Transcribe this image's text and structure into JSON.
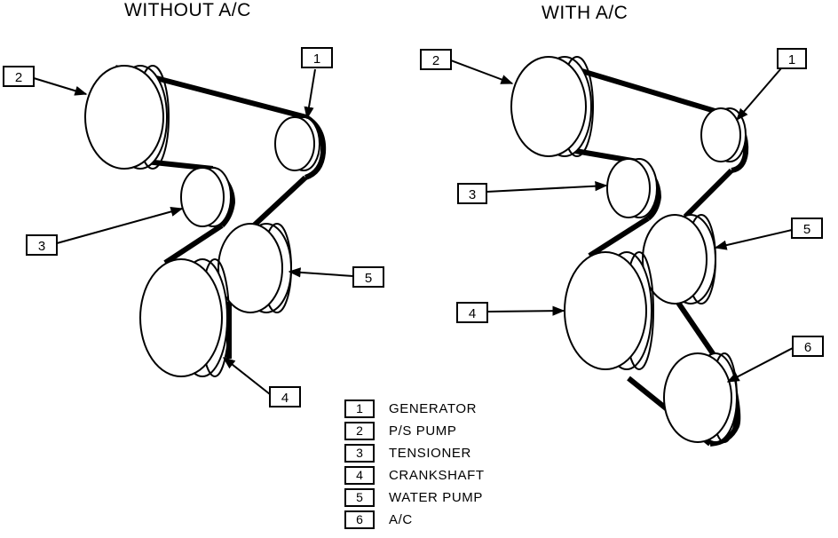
{
  "titles": {
    "left": "WITHOUT A/C",
    "right": "WITH A/C"
  },
  "legend": [
    {
      "number": "1",
      "label": "GENERATOR"
    },
    {
      "number": "2",
      "label": "P/S PUMP"
    },
    {
      "number": "3",
      "label": "TENSIONER"
    },
    {
      "number": "4",
      "label": "CRANKSHAFT"
    },
    {
      "number": "5",
      "label": "WATER PUMP"
    },
    {
      "number": "6",
      "label": "A/C"
    }
  ],
  "callouts": {
    "left": [
      "1",
      "2",
      "3",
      "4",
      "5"
    ],
    "right": [
      "1",
      "2",
      "3",
      "4",
      "5",
      "6"
    ]
  }
}
